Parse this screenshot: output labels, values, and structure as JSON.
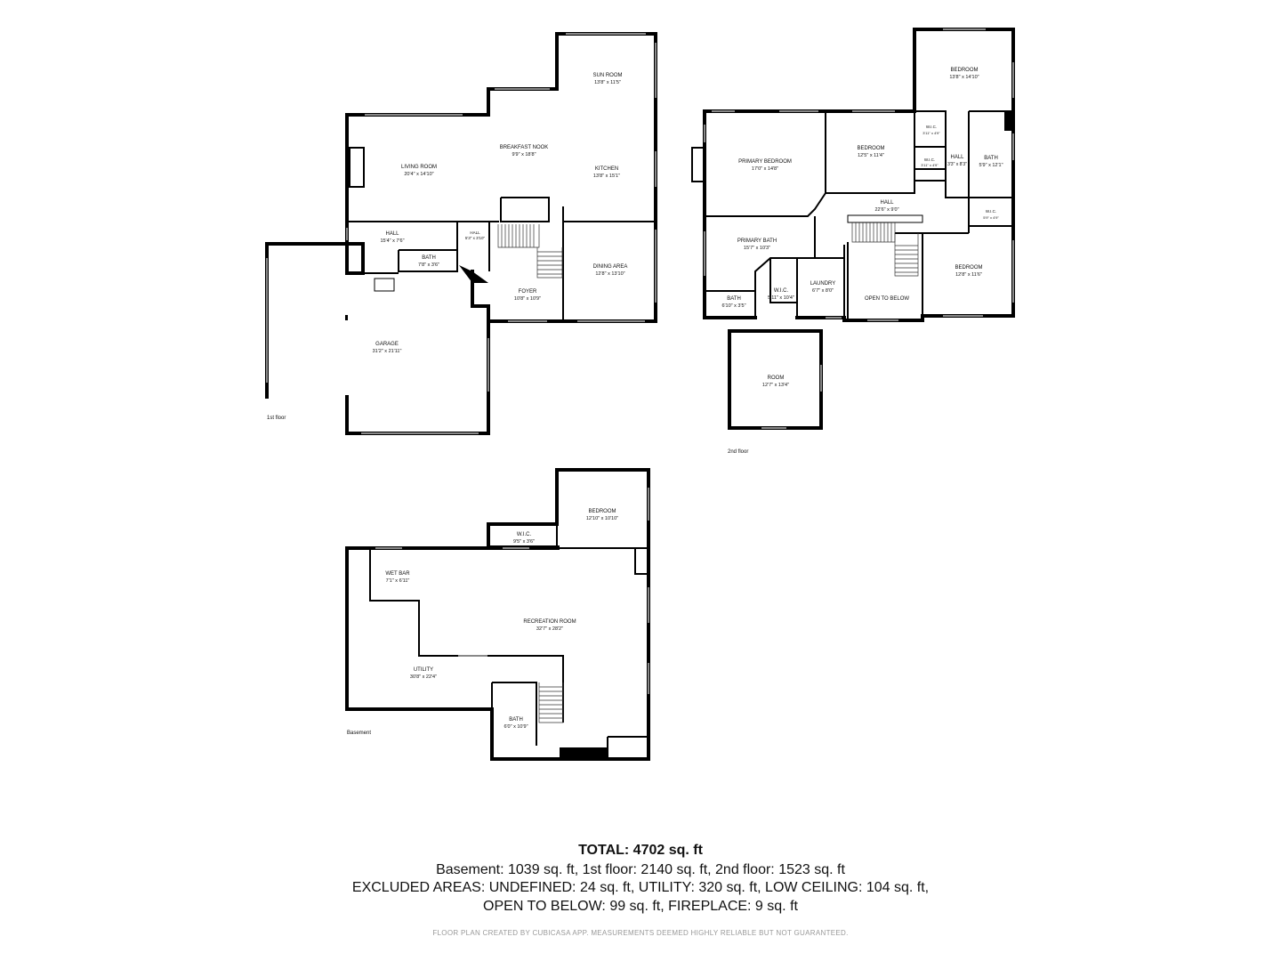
{
  "floors": {
    "first": {
      "label": "1st floor",
      "rooms": [
        {
          "name": "SUN ROOM",
          "dim": "13'8\" x 11'5\""
        },
        {
          "name": "BREAKFAST NOOK",
          "dim": "9'9\" x 18'8\""
        },
        {
          "name": "LIVING ROOM",
          "dim": "20'4\" x 14'10\""
        },
        {
          "name": "KITCHEN",
          "dim": "13'8\" x 15'1\""
        },
        {
          "name": "HALL",
          "dim": "15'4\" x 7'6\""
        },
        {
          "name": "HALL",
          "dim": "5'3\" x 3'10\""
        },
        {
          "name": "BATH",
          "dim": "7'8\" x 3'6\""
        },
        {
          "name": "DINING AREA",
          "dim": "12'8\" x 13'10\""
        },
        {
          "name": "FOYER",
          "dim": "10'8\" x 10'9\""
        },
        {
          "name": "GARAGE",
          "dim": "31'2\" x 21'11\""
        }
      ]
    },
    "second": {
      "label": "2nd floor",
      "rooms": [
        {
          "name": "BEDROOM",
          "dim": "13'8\" x 14'10\""
        },
        {
          "name": "PRIMARY BEDROOM",
          "dim": "17'0\" x 14'8\""
        },
        {
          "name": "BEDROOM",
          "dim": "12'5\" x 11'4\""
        },
        {
          "name": "W.I.C.",
          "dim": "3'11\" x 4'9\""
        },
        {
          "name": "W.I.C.",
          "dim": "3'11\" x 4'9\""
        },
        {
          "name": "HALL",
          "dim": "3'3\" x 8'3\""
        },
        {
          "name": "BATH",
          "dim": "5'9\" x 12'1\""
        },
        {
          "name": "HALL",
          "dim": "22'6\" x 9'0\""
        },
        {
          "name": "W.I.C.",
          "dim": "5'9\" x 4'9\""
        },
        {
          "name": "PRIMARY BATH",
          "dim": "15'7\" x 10'3\""
        },
        {
          "name": "BEDROOM",
          "dim": "12'8\" x 11'6\""
        },
        {
          "name": "LAUNDRY",
          "dim": "6'7\" x 8'0\""
        },
        {
          "name": "W.I.C.",
          "dim": "5'11\" x 10'4\""
        },
        {
          "name": "BATH",
          "dim": "6'10\" x 3'5\""
        },
        {
          "name": "OPEN TO BELOW",
          "dim": ""
        },
        {
          "name": "ROOM",
          "dim": "12'7\" x 13'4\""
        }
      ]
    },
    "basement": {
      "label": "Basement",
      "rooms": [
        {
          "name": "BEDROOM",
          "dim": "12'10\" x 10'10\""
        },
        {
          "name": "W.I.C.",
          "dim": "9'5\" x 3'6\""
        },
        {
          "name": "WET BAR",
          "dim": "7'1\" x 6'11\""
        },
        {
          "name": "RECREATION ROOM",
          "dim": "32'7\" x 28'2\""
        },
        {
          "name": "UTILITY",
          "dim": "30'8\" x 22'4\""
        },
        {
          "name": "BATH",
          "dim": "6'0\" x 10'9\""
        }
      ]
    }
  },
  "summary": {
    "total": "TOTAL: 4702 sq. ft",
    "line1": "Basement: 1039 sq. ft, 1st floor: 2140 sq. ft, 2nd floor: 1523 sq. ft",
    "line2": "EXCLUDED AREAS: UNDEFINED: 24 sq. ft, UTILITY: 320 sq. ft, LOW CEILING: 104 sq. ft,",
    "line3": "OPEN TO BELOW: 99 sq. ft, FIREPLACE: 9 sq. ft"
  },
  "credit": "FLOOR PLAN CREATED BY CUBICASA APP. MEASUREMENTS DEEMED HIGHLY RELIABLE BUT NOT GUARANTEED."
}
